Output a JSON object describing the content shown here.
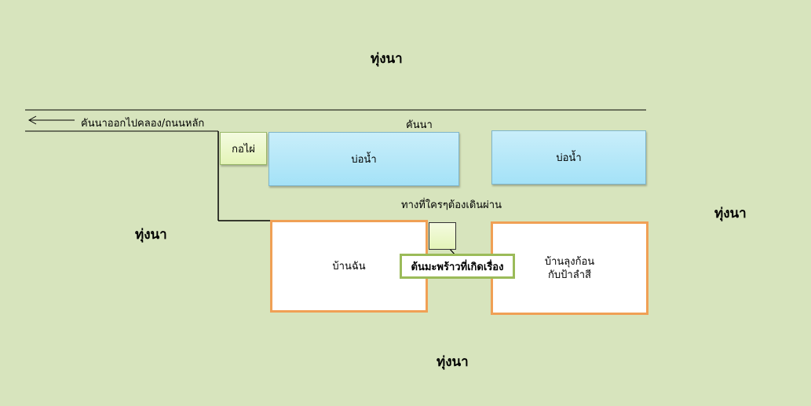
{
  "labels": {
    "field_top": "ทุ่งนา",
    "field_left": "ทุ่งนา",
    "field_right": "ทุ่งนา",
    "field_bottom": "ทุ่งนา",
    "dike_road": "คันนาออกไปคลอง/ถนนหลัก",
    "dike": "คันนา",
    "path": "ทางที่ใครๆต้องเดินผ่าน"
  },
  "nodes": {
    "bamboo": "กอไผ่",
    "pond_left": "บ่อน้ำ",
    "pond_right": "บ่อน้ำ",
    "my_house": "บ้านฉัน",
    "neighbor_house_line1": "บ้านลุงก้อน",
    "neighbor_house_line2": "กับป้าลำสี",
    "coconut_tree_callout": "ต้นมะพร้าวที่เกิดเรื่อง"
  },
  "colors": {
    "background": "#d7e4bd",
    "pond_fill": "#a4e2f7",
    "house_border": "#f0a055",
    "callout_border": "#9bbb59"
  }
}
